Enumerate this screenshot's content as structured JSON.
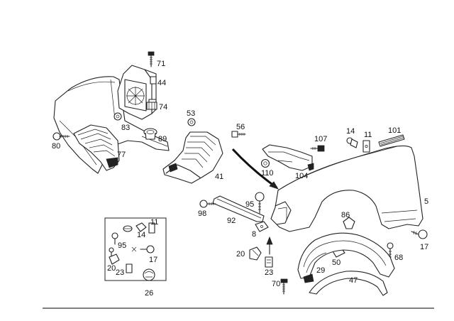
{
  "colors": {
    "line": "#222222",
    "background": "#ffffff"
  },
  "labels": {
    "l71": "71",
    "l44": "44",
    "l74": "74",
    "l83": "83",
    "l89": "89",
    "l80": "80",
    "l77": "77",
    "l53": "53",
    "l41": "41",
    "l56": "56",
    "l110": "110",
    "l104": "104",
    "l107": "107",
    "l14a": "14",
    "l11a": "11",
    "l101": "101",
    "l5": "5",
    "l98": "98",
    "l95a": "95",
    "l92": "92",
    "l8": "8",
    "l86": "86",
    "l17a": "17",
    "l68": "68",
    "l50": "50",
    "l20a": "20",
    "l23a": "23",
    "l29": "29",
    "l47": "47",
    "l70": "70",
    "l11b": "11",
    "l14b": "14",
    "l95b": "95",
    "l17b": "17",
    "l20b": "20",
    "l23b": "23",
    "l26": "26"
  }
}
